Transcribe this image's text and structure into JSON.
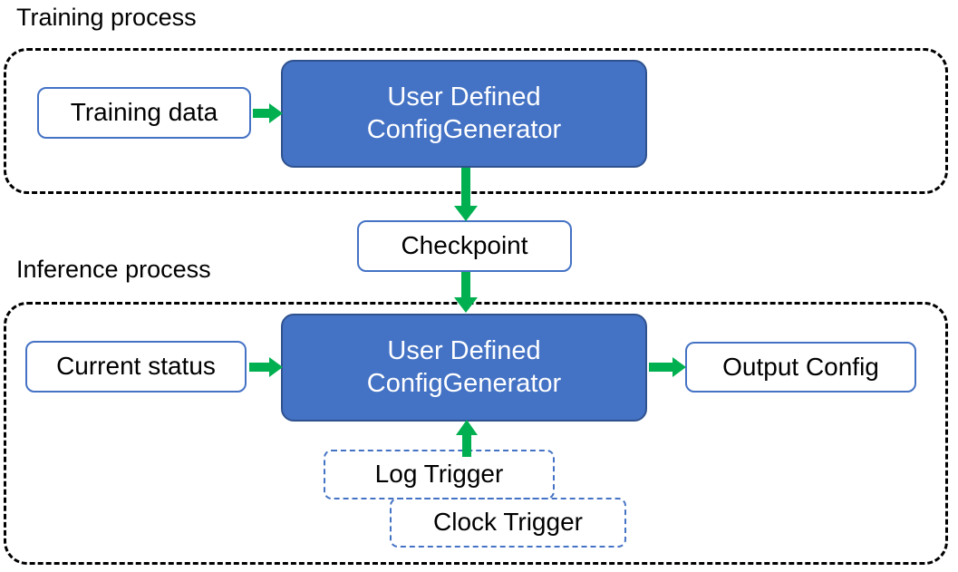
{
  "diagram": {
    "title_visible": false,
    "colors": {
      "accent_blue": "#4472C4",
      "blue_border": "#2F528F",
      "arrow_green": "#00B050",
      "container_border": "#000000",
      "text_dark": "#000000",
      "text_light": "#FFFFFF",
      "background": "#FFFFFF"
    },
    "sections": [
      {
        "id": "training",
        "label": "Training process"
      },
      {
        "id": "inference",
        "label": "Inference process"
      }
    ],
    "nodes": {
      "training_data": {
        "label": "Training data"
      },
      "training_generator": {
        "line1": "User Defined",
        "line2": "ConfigGenerator"
      },
      "checkpoint": {
        "label": "Checkpoint"
      },
      "current_status": {
        "label": "Current status"
      },
      "inference_generator": {
        "line1": "User Defined",
        "line2": "ConfigGenerator"
      },
      "output_config": {
        "label": "Output Config"
      },
      "log_trigger": {
        "label": "Log Trigger"
      },
      "clock_trigger": {
        "label": "Clock Trigger"
      }
    },
    "arrows": [
      {
        "id": "training-data-to-generator",
        "direction": "right"
      },
      {
        "id": "training-generator-to-checkpoint",
        "direction": "down"
      },
      {
        "id": "checkpoint-to-inference-generator",
        "direction": "down"
      },
      {
        "id": "current-status-to-inference-generator",
        "direction": "right"
      },
      {
        "id": "inference-generator-to-output-config",
        "direction": "right"
      },
      {
        "id": "triggers-to-inference-generator",
        "direction": "up"
      }
    ]
  }
}
